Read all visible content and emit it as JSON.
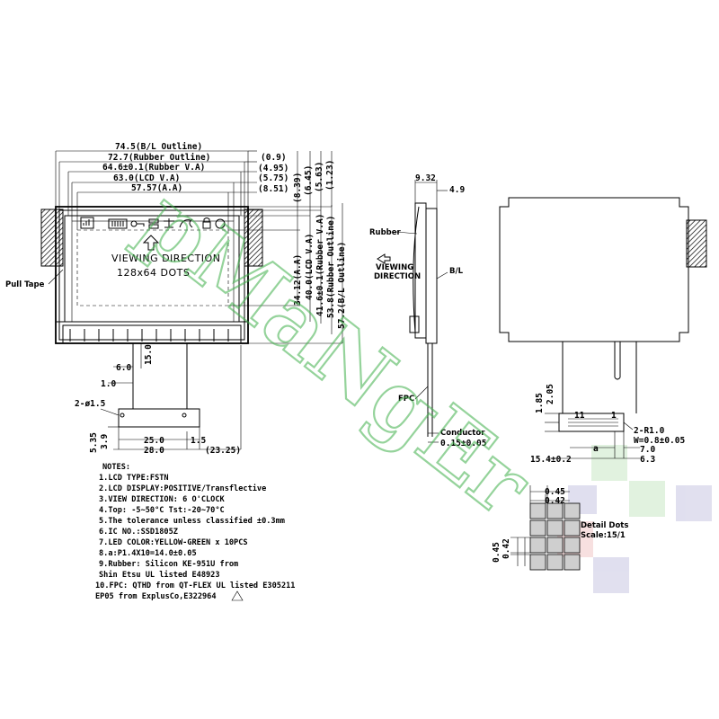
{
  "watermark": {
    "text": "pMaNgEr",
    "color": "#3fb04a"
  },
  "front_view": {
    "width_dims": [
      "74.5(B/L Outline)",
      "72.7(Rubber Outline)",
      "64.6±0.1(Rubber V.A)",
      "63.0(LCD V.A)",
      "57.57(A.A)"
    ],
    "right_offsets": [
      "(0.9)",
      "(4.95)",
      "(5.75)",
      "(8.51)"
    ],
    "top_offsets": [
      "(8.39)",
      "(6.45)",
      "(5.63)",
      "(1.23)"
    ],
    "height_dims": [
      "34.12(A.A)",
      "40.0(LCD V.A)",
      "41.6±0.1(Rubber V.A)",
      "53.8(Rubber Outline)",
      "57.2(B/L Outline)"
    ],
    "viewing_direction": "VIEWING DIRECTION",
    "dots": "128x64 DOTS",
    "pull_tape": "Pull Tape",
    "fpc_dims": {
      "d6": "6.0",
      "d15": "15.0",
      "d1": "1.0",
      "hole": "2-ø1.5",
      "d535": "5.35",
      "d39": "3.9",
      "d25": "25.0",
      "d15b": "1.5",
      "d28": "28.0",
      "d2325": "(23.25)"
    }
  },
  "side_view": {
    "d932": "9.32",
    "d49": "4.9",
    "rubber": "Rubber",
    "bl": "B/L",
    "viewing": "VIEWING",
    "direction": "DIRECTION",
    "fpc": "FPC",
    "conductor": "Conductor",
    "d015": "0.15±0.05"
  },
  "rear_view": {
    "d185": "1.85",
    "d205": "2.05",
    "pin11": "11",
    "pin1": "1",
    "r10": "2-R1.0",
    "w": "W=0.8±0.05",
    "a": "a",
    "d70": "7.0",
    "d154": "15.4±0.2",
    "d63": "6.3"
  },
  "detail_dots": {
    "d045": "0.45",
    "d042": "0.42",
    "label1": "Detail Dots",
    "label2": "Scale:15/1"
  },
  "notes": {
    "title": "NOTES:",
    "items": [
      "1.LCD TYPE:FSTN",
      "2.LCD DISPLAY:POSITIVE/Transflective",
      "3.VIEW DIRECTION:  6 O'CLOCK",
      "4.Top: -5~50°C    Tst:-20~70°C",
      "5.The tolerance unless classified ±0.3mm",
      "6.IC NO.:SSD1805Z",
      "7.LED COLOR:YELLOW-GREEN x 10PCS",
      "8.a:P1.4X10=14.0±0.05",
      "9.Rubber: Silicon KE-951U from",
      "   Shin Etsu UL listed E48923",
      "10.FPC: QTHD from QT-FLEX UL listed E305211",
      "   EP05 from ExplusCo,E322964"
    ]
  }
}
